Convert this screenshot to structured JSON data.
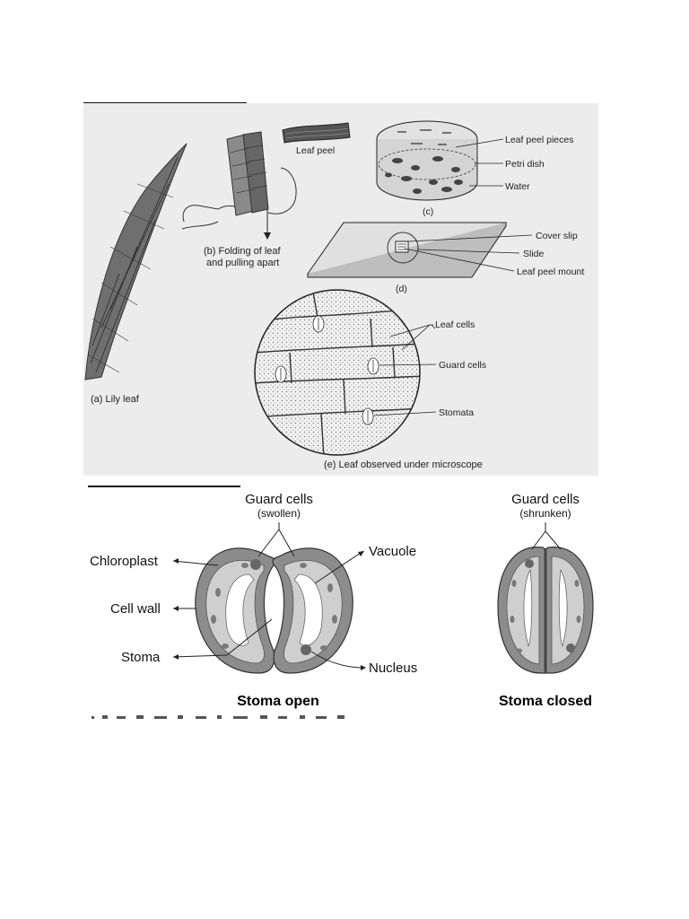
{
  "top_figure": {
    "labels": {
      "leaf_peel": "Leaf peel",
      "leaf_peel_pieces": "Leaf peel pieces",
      "petri_dish": "Petri dish",
      "water": "Water",
      "c_caption": "(c)",
      "b_caption_line1": "(b) Folding of leaf",
      "b_caption_line2": "and pulling apart",
      "cover_slip": "Cover slip",
      "slide": "Slide",
      "leaf_peel_mount": "Leaf peel mount",
      "d_caption": "(d)",
      "leaf_cells": "Leaf cells",
      "guard_cells": "Guard cells",
      "stomata": "Stomata",
      "a_caption": "(a) Lily leaf",
      "e_caption": "(e) Leaf observed under microscope"
    }
  },
  "bottom_figure": {
    "open": {
      "guard_cells": "Guard cells",
      "state": "(swollen)",
      "chloroplast": "Chloroplast",
      "cell_wall": "Cell wall",
      "stoma": "Stoma",
      "vacuole": "Vacuole",
      "nucleus": "Nucleus",
      "caption": "Stoma open"
    },
    "closed": {
      "guard_cells": "Guard cells",
      "state": "(shrunken)",
      "caption": "Stoma closed"
    }
  }
}
